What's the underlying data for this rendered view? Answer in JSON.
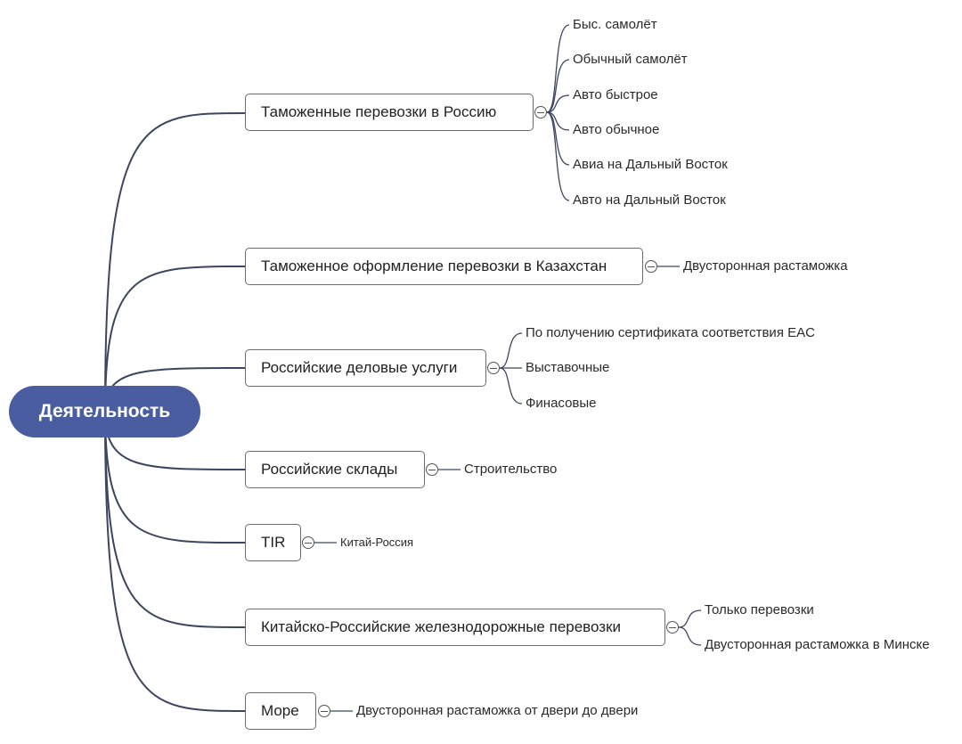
{
  "root": {
    "label": "Деятельность"
  },
  "branches": [
    {
      "label": "Таможенные перевозки в Россию",
      "children": [
        "Быс. самолёт",
        "Обычный самолёт",
        "Авто быстрое",
        "Авто обычное",
        "Авиа на Дальный Восток",
        "Авто на Дальный Восток"
      ]
    },
    {
      "label": "Таможенное оформление перевозки в Казахстан",
      "children": [
        "Двусторонная растаможка"
      ]
    },
    {
      "label": "Российские деловые услуги",
      "children": [
        "По получению сертификата соответствия EAC",
        "Выставочные",
        "Финасовые"
      ]
    },
    {
      "label": "Российские склады",
      "children": [
        "Строительство"
      ]
    },
    {
      "label": "TIR",
      "children": [
        "Китай-Россия"
      ]
    },
    {
      "label": "Китайско-Российские железнодорожные перевозки",
      "children": [
        "Только перевозки",
        "Двусторонная растаможка в Минске"
      ]
    },
    {
      "label": "Море",
      "children": [
        "Двусторонная растаможка от двери до двери"
      ]
    }
  ],
  "colors": {
    "root_fill": "#4a5da1",
    "root_text": "#ffffff",
    "connector": "#3d4660",
    "node_border": "#6b6b6b"
  }
}
